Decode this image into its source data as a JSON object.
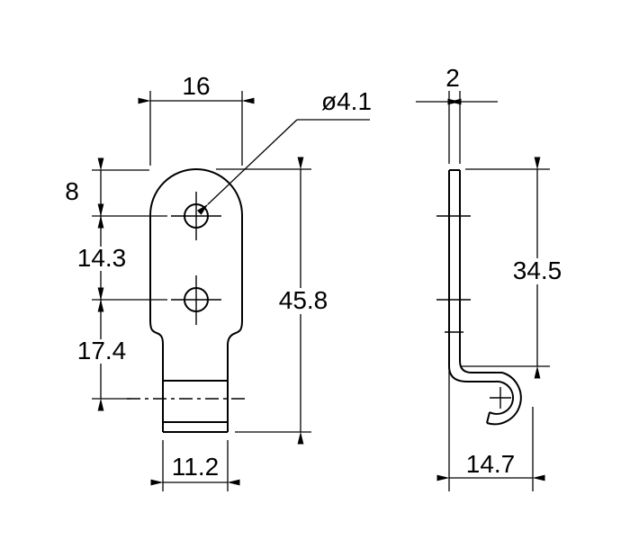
{
  "colors": {
    "ink": "#000000",
    "background": "#ffffff"
  },
  "front_view": {
    "top_width": "16",
    "hole_diameter": "ø4.1",
    "top_to_first_hole": "8",
    "hole_spacing": "14.3",
    "second_hole_to_crimp_line": "17.4",
    "total_height": "45.8",
    "tab_width": "11.2"
  },
  "side_view": {
    "thickness": "2",
    "flat_height": "34.5",
    "overall_depth": "14.7"
  }
}
